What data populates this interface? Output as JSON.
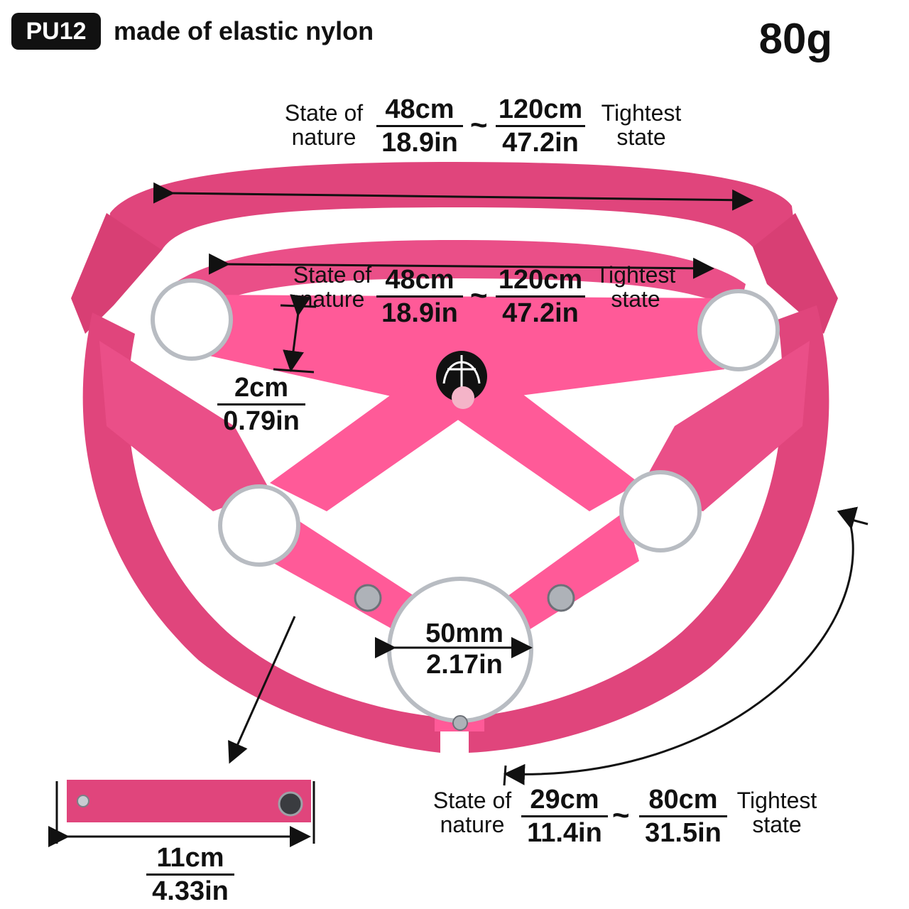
{
  "header": {
    "code": "PU12",
    "description": "made of elastic nylon",
    "weight": "80g"
  },
  "top_waist": {
    "left_label_1": "State of",
    "left_label_2": "nature",
    "natural_cm": "48cm",
    "natural_in": "18.9in",
    "separator": "~",
    "tight_cm": "120cm",
    "tight_in": "47.2in",
    "right_label_1": "Tightest",
    "right_label_2": "state"
  },
  "second_waist": {
    "left_label_1": "State of",
    "left_label_2": "nature",
    "natural_cm": "48cm",
    "natural_in": "18.9in",
    "separator": "~",
    "tight_cm": "120cm",
    "tight_in": "47.2in",
    "right_label_1": "Tightest",
    "right_label_2": "state"
  },
  "strap_width": {
    "cm": "2cm",
    "in": "0.79in"
  },
  "ring": {
    "mm": "50mm",
    "in": "2.17in"
  },
  "leg_strap": {
    "left_label_1": "State of",
    "left_label_2": "nature",
    "natural_cm": "29cm",
    "natural_in": "11.4in",
    "separator": "~",
    "tight_cm": "80cm",
    "tight_in": "31.5in",
    "right_label_1": "Tightest",
    "right_label_2": "state"
  },
  "snap_strap": {
    "cm": "11cm",
    "in": "4.33in"
  },
  "colors": {
    "strap": "#e0457c",
    "strap_light": "#ff5a98",
    "ring": "#b8bcc2",
    "text": "#111111"
  }
}
